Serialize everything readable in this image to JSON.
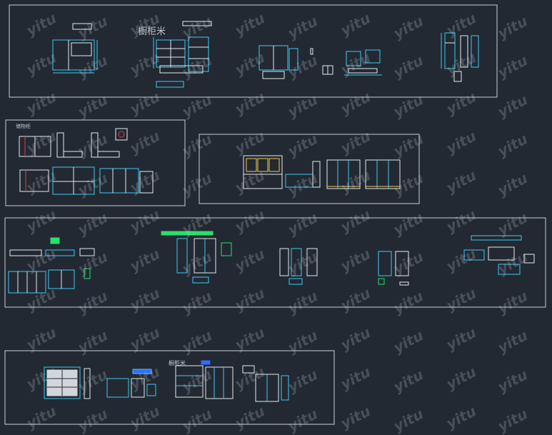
{
  "watermark": "yitu",
  "labels": {
    "title_1": "橱柜米",
    "title_2": "储物柜",
    "title_3": "橱柜米"
  },
  "colors": {
    "background": "#222933",
    "frame": "#c9ced6",
    "cyan": "#3fc9f0",
    "white": "#e6e9ee",
    "yellow": "#f2c94c",
    "red": "#e23b3b",
    "green": "#28e06a",
    "blue": "#2f6cff",
    "magenta": "#ff3de8"
  }
}
